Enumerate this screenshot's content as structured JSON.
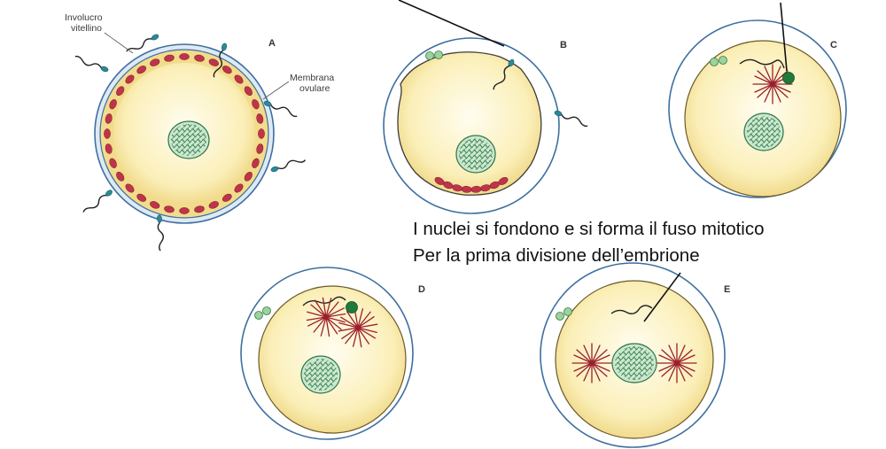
{
  "labels": {
    "vitelline_envelope": [
      "Involucro",
      "vitellino"
    ],
    "egg_membrane": [
      "Membrana",
      "ovulare"
    ]
  },
  "panels": [
    "A",
    "B",
    "C",
    "D",
    "E"
  ],
  "caption": {
    "line1": "I nuclei si fondono e si forma il fuso mitotico",
    "line2": "Per la prima divisione dell’embrione"
  },
  "colors": {
    "cytoplasm_center": "#fffbe6",
    "cytoplasm_edge": "#f2dc8c",
    "envelope_stroke": "#3d6fa0",
    "granule": "#c0344a",
    "nucleus": "#cfe6cf",
    "chromatin": "#2c7a4a",
    "spindle": "#9b1f2c",
    "sperm_head": "#2a8a9a",
    "text": "#111111"
  }
}
